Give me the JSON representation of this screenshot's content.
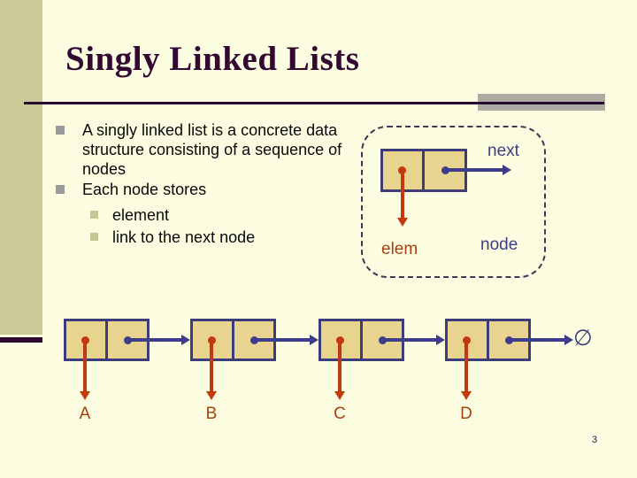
{
  "slide": {
    "title": "Singly Linked Lists",
    "page_number": "3"
  },
  "bullets": {
    "items": [
      {
        "level": 1,
        "text": "A singly linked list is a concrete data structure consisting of a sequence of nodes"
      },
      {
        "level": 1,
        "text": "Each node stores"
      },
      {
        "level": 2,
        "text": "element"
      },
      {
        "level": 2,
        "text": "link to the next node"
      }
    ]
  },
  "node_diagram": {
    "next_label": "next",
    "elem_label": "elem",
    "node_label": "node"
  },
  "list_diagram": {
    "node_labels": [
      "A",
      "B",
      "C",
      "D"
    ],
    "null_symbol": "∅"
  },
  "colors": {
    "background": "#FCFCE1",
    "sidebar": "#CACA99",
    "title_text": "#330833",
    "title_rule": "#2B082F",
    "gray_accent": "#ABABA3",
    "node_fill": "#E9D48F",
    "node_border": "#3D3D7C",
    "pointer_blue": "#3D3D8C",
    "elem_arrow_red": "#C2390F",
    "label_red": "#A84010",
    "bullet_level1": "#9A9A9A",
    "bullet_level2": "#C6C694",
    "body_text": "#0A0A0A"
  }
}
